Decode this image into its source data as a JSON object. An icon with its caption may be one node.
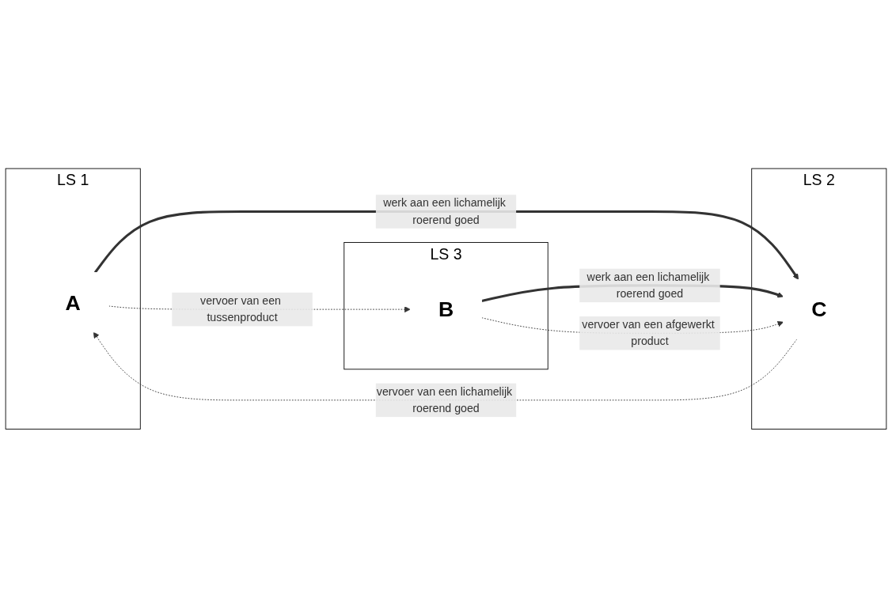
{
  "diagram": {
    "nodes": [
      {
        "text": [
          "LS 1"
        ]
      },
      {
        "text": [
          "LS 2"
        ]
      },
      {
        "text": [
          "A"
        ],
        "in": 0
      },
      {
        "text": [
          "C"
        ],
        "in": 1
      },
      {
        "text": [
          "LS 3"
        ]
      },
      {
        "text": [
          "B"
        ],
        "in": 4
      }
    ],
    "edges": [
      {
        "from": 3,
        "to": 2,
        "arrow": "to",
        "style": "dashed",
        "label": "vervoer van een lichamelijk roerend goed"
      },
      {
        "from": 2,
        "to": 3,
        "arrow": "to",
        "style": "thick",
        "label": "werk aan een lichamelijk roerend goed"
      },
      {
        "from": 2,
        "to": 5,
        "arrow": "to",
        "style": "dashed",
        "label": "vervoer van een tussenproduct"
      },
      {
        "from": 5,
        "to": 3,
        "arrow": "to",
        "style": "thick",
        "label": "werk aan een lichamelijk roerend goed"
      },
      {
        "from": 5,
        "to": 3,
        "arrow": "to",
        "style": "dashed",
        "label": "vervoer van een afgewerkt product"
      }
    ]
  }
}
